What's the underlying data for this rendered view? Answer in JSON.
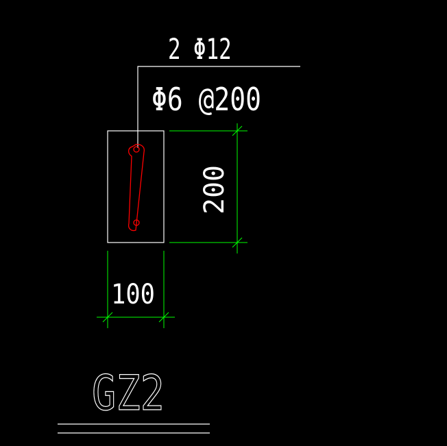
{
  "drawing": {
    "rebar_label": "2 Φ12",
    "stirrup_label": "Φ6 @200",
    "dim_height": "200",
    "dim_width": "100",
    "section_title": "GZ2"
  },
  "colors": {
    "background": "#000000",
    "outline": "#ffffff",
    "dimension": "#00ff00",
    "rebar": "#ff0000"
  }
}
